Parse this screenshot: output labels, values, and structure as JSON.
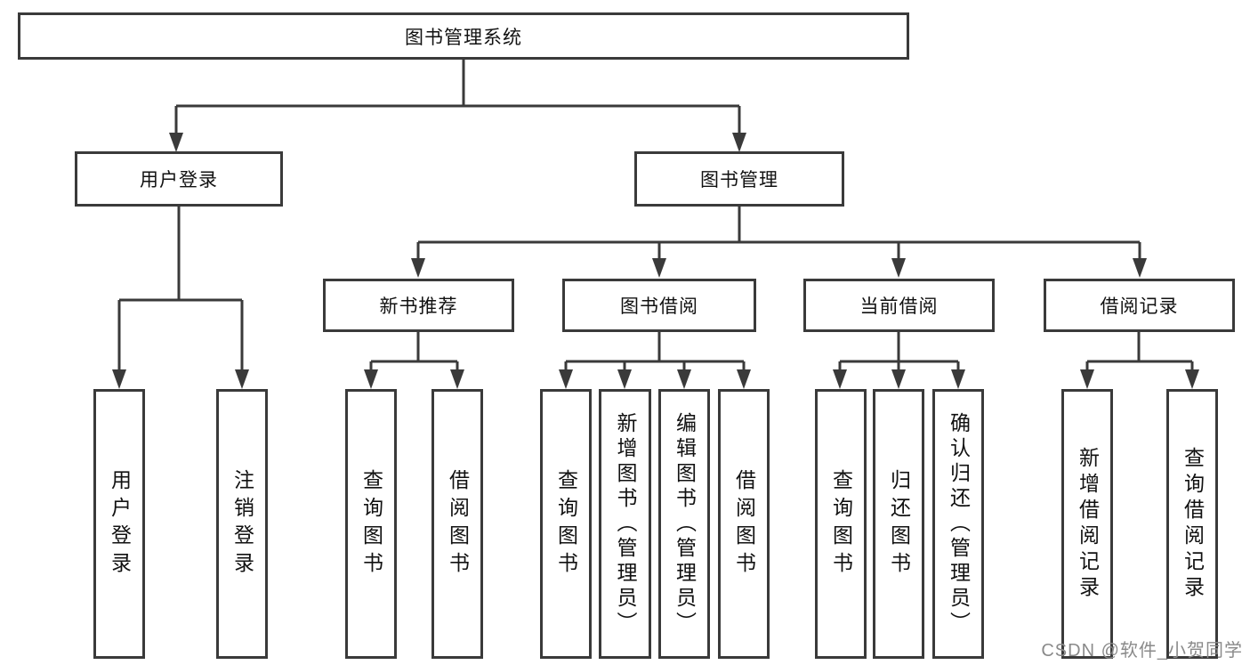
{
  "diagram": {
    "root": {
      "label": "图书管理系统"
    },
    "level1": [
      {
        "label": "用户登录"
      },
      {
        "label": "图书管理"
      }
    ],
    "level2": [
      {
        "label": "新书推荐"
      },
      {
        "label": "图书借阅"
      },
      {
        "label": "当前借阅"
      },
      {
        "label": "借阅记录"
      }
    ],
    "leaves": {
      "login": [
        {
          "label": "用户登录"
        },
        {
          "label": "注销登录"
        }
      ],
      "recommend": [
        {
          "label": "查询图书"
        },
        {
          "label": "借阅图书"
        }
      ],
      "borrow": [
        {
          "label": "查询图书"
        },
        {
          "label": "新增图书（管理员）"
        },
        {
          "label": "编辑图书（管理员）"
        },
        {
          "label": "借阅图书"
        }
      ],
      "current": [
        {
          "label": "查询图书"
        },
        {
          "label": "归还图书"
        },
        {
          "label": "确认归还（管理员）"
        }
      ],
      "record": [
        {
          "label": "新增借阅记录"
        },
        {
          "label": "查询借阅记录"
        }
      ]
    }
  },
  "watermark": {
    "text": "CSDN @软件_小贺同学"
  },
  "colors": {
    "line": "#3a3a3a",
    "box_background": "#ffffff",
    "text": "#111111",
    "watermark": "#8a8a8a"
  }
}
